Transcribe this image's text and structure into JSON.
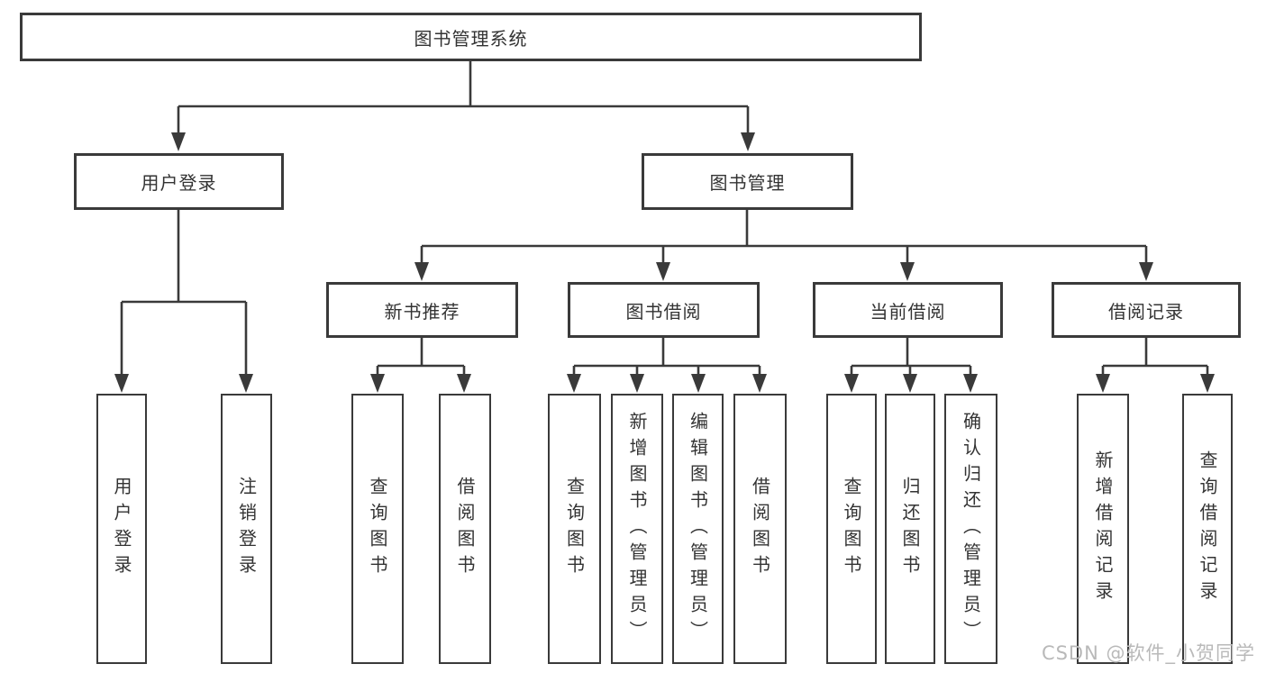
{
  "diagram": {
    "type": "hierarchy-tree",
    "title": "图书管理系统"
  },
  "tree": {
    "root": {
      "label": "图书管理系统"
    },
    "level2": [
      {
        "id": "user-login",
        "label": "用户登录"
      },
      {
        "id": "book-management",
        "label": "图书管理"
      }
    ],
    "level3": [
      {
        "id": "new-book-recommend",
        "label": "新书推荐"
      },
      {
        "id": "book-borrowing",
        "label": "图书借阅"
      },
      {
        "id": "current-borrowing",
        "label": "当前借阅"
      },
      {
        "id": "borrowing-records",
        "label": "借阅记录"
      }
    ],
    "leaves": {
      "user_login": [
        {
          "label": "用户登录"
        },
        {
          "label": "注销登录"
        }
      ],
      "new_book_recommend": [
        {
          "label": "查询图书"
        },
        {
          "label": "借阅图书"
        }
      ],
      "book_borrowing": [
        {
          "label": "查询图书"
        },
        {
          "label": "新增图书（管理员）"
        },
        {
          "label": "编辑图书（管理员）"
        },
        {
          "label": "借阅图书"
        }
      ],
      "current_borrowing": [
        {
          "label": "查询图书"
        },
        {
          "label": "归还图书"
        },
        {
          "label": "确认归还（管理员）"
        }
      ],
      "borrowing_records": [
        {
          "label": "新增借阅记录"
        },
        {
          "label": "查询借阅记录"
        }
      ]
    }
  },
  "watermark": {
    "text": "CSDN @软件_小贺同学",
    "color": "#b9b9b9"
  },
  "colors": {
    "line": "#3a3a3a",
    "text": "#333333",
    "background": "#ffffff"
  }
}
